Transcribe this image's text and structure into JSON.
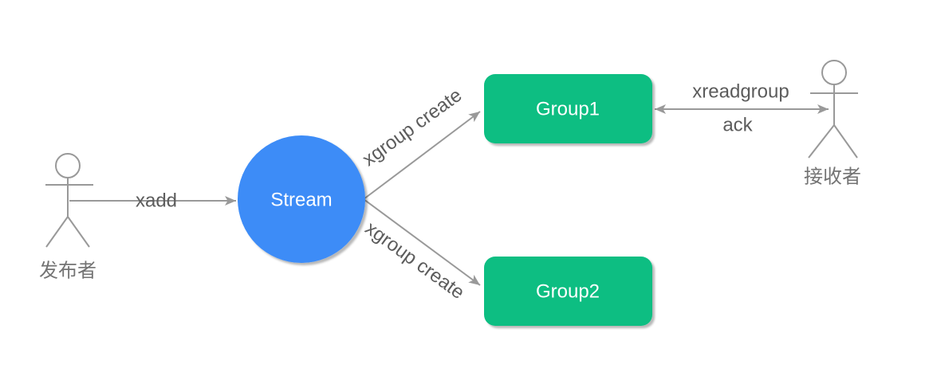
{
  "diagram": {
    "type": "flow-diagram",
    "background": "#ffffff",
    "colors": {
      "stream_fill": "#3d8cf7",
      "group_fill": "#0cbe82",
      "edge_line": "#999999",
      "edge_label_text": "#5c5c5c",
      "actor_stroke": "#999999",
      "actor_label_text": "#737373",
      "node_label_text": "#ffffff"
    },
    "actors": {
      "publisher": {
        "label": "发布者"
      },
      "receiver": {
        "label": "接收者"
      }
    },
    "nodes": {
      "stream": {
        "label": "Stream",
        "shape": "circle",
        "fill": "#3d8cf7"
      },
      "group1": {
        "label": "Group1",
        "shape": "rounded-rect",
        "fill": "#0cbe82"
      },
      "group2": {
        "label": "Group2",
        "shape": "rounded-rect",
        "fill": "#0cbe82"
      }
    },
    "edges": {
      "xadd": {
        "label": "xadd",
        "from": "publisher",
        "to": "stream",
        "direction": "one-way"
      },
      "xgroup_create_group1": {
        "label": "xgroup create",
        "from": "stream",
        "to": "group1",
        "direction": "one-way"
      },
      "xgroup_create_group2": {
        "label": "xgroup create",
        "from": "stream",
        "to": "group2",
        "direction": "one-way"
      },
      "group1_receiver": {
        "label_top": "xreadgroup",
        "label_bottom": "ack",
        "from": "group1",
        "to": "receiver",
        "direction": "two-way"
      }
    }
  }
}
